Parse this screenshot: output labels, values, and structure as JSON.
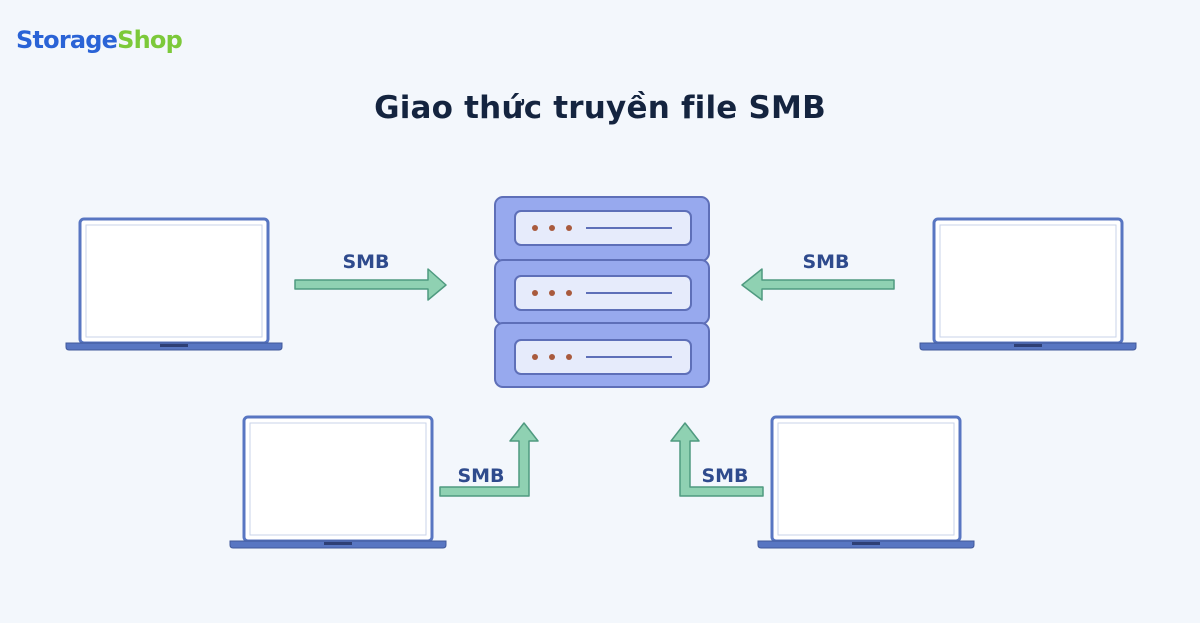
{
  "brand": {
    "part1": "Storage",
    "part2": "Shop",
    "color1": "#2a63d6",
    "color2": "#7cc93a"
  },
  "title": "Giao thức truyền file SMB",
  "protocol_label": "SMB",
  "colors": {
    "background": "#f3f7fc",
    "server_fill": "#97a9ee",
    "server_outline": "#5e6fb8",
    "arrow": "#8fd1b2",
    "laptop_frame": "#5876c2",
    "laptop_screen": "#ffffff",
    "label": "#2f4b8d"
  },
  "nodes": [
    {
      "id": "server",
      "icon": "server-icon",
      "units": 3
    },
    {
      "id": "client-top-left",
      "icon": "laptop-icon"
    },
    {
      "id": "client-top-right",
      "icon": "laptop-icon"
    },
    {
      "id": "client-bottom-left",
      "icon": "laptop-icon"
    },
    {
      "id": "client-bottom-right",
      "icon": "laptop-icon"
    }
  ],
  "connections": [
    {
      "from": "client-top-left",
      "to": "server",
      "label": "SMB"
    },
    {
      "from": "client-top-right",
      "to": "server",
      "label": "SMB"
    },
    {
      "from": "client-bottom-left",
      "to": "server",
      "label": "SMB"
    },
    {
      "from": "client-bottom-right",
      "to": "server",
      "label": "SMB"
    }
  ]
}
